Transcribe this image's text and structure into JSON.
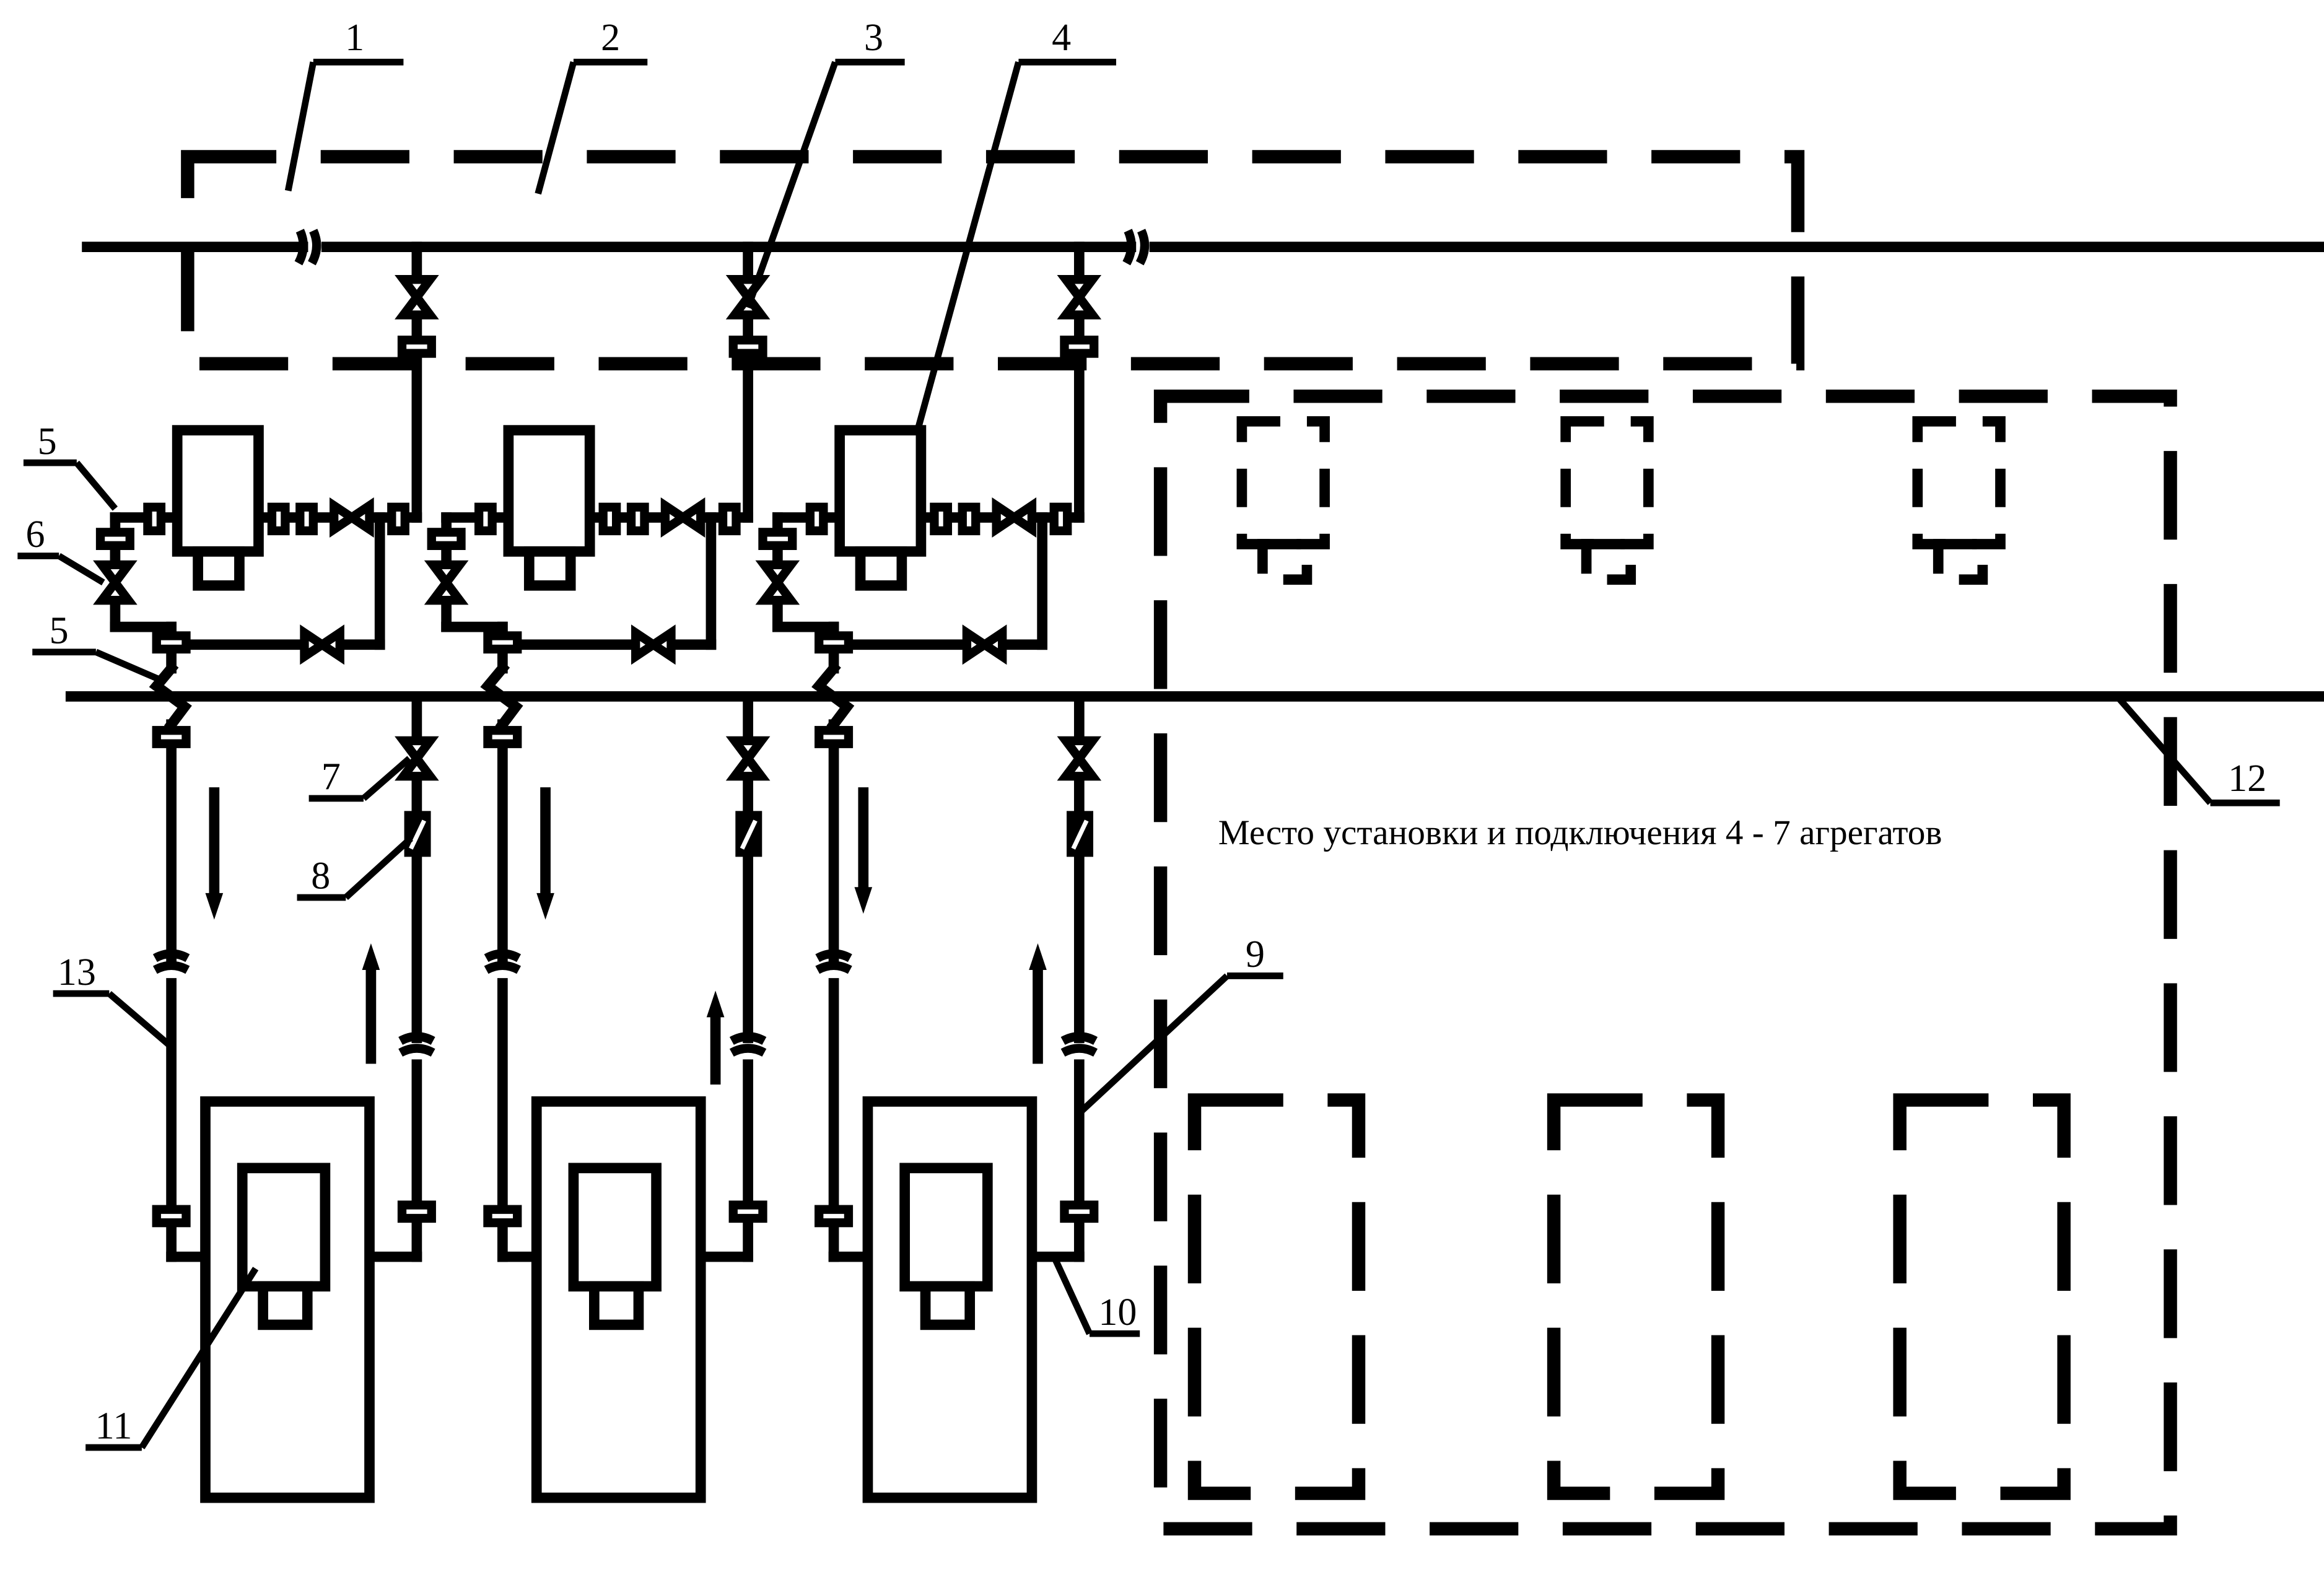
{
  "diagram": {
    "callouts": [
      "1",
      "2",
      "3",
      "4",
      "5",
      "6",
      "5",
      "7",
      "8",
      "13",
      "9",
      "10",
      "11",
      "12"
    ],
    "caption": "Место установки и подключения 4 - 7 агрегатов"
  }
}
